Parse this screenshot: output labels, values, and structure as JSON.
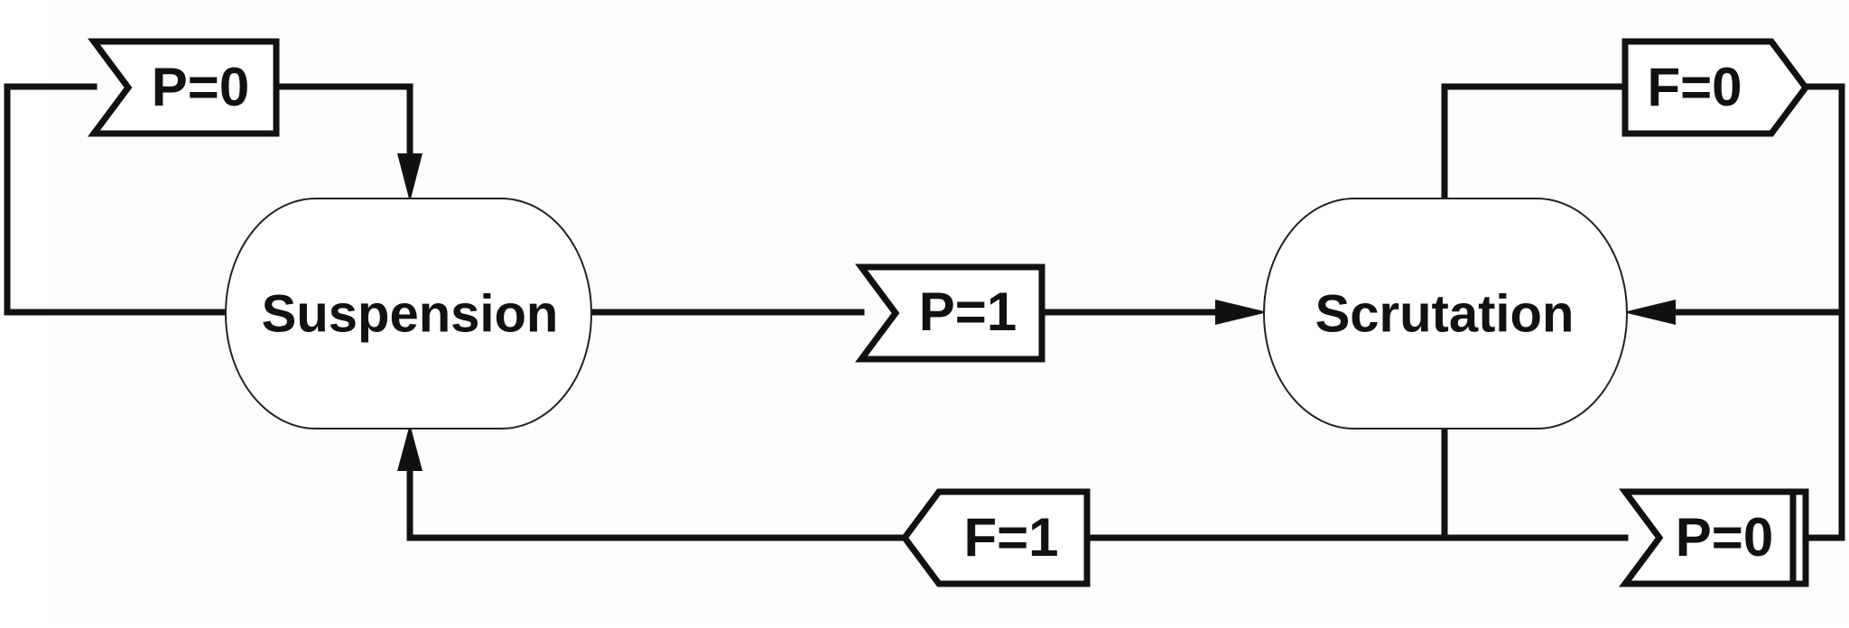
{
  "states": {
    "suspension": "Suspension",
    "scrutation": "Scrutation"
  },
  "signals": {
    "top_left_input": "P=0",
    "middle_input": "P=1",
    "top_right_output": "F=0",
    "bottom_output": "F=1",
    "bottom_right_input_saved": "P=0"
  }
}
